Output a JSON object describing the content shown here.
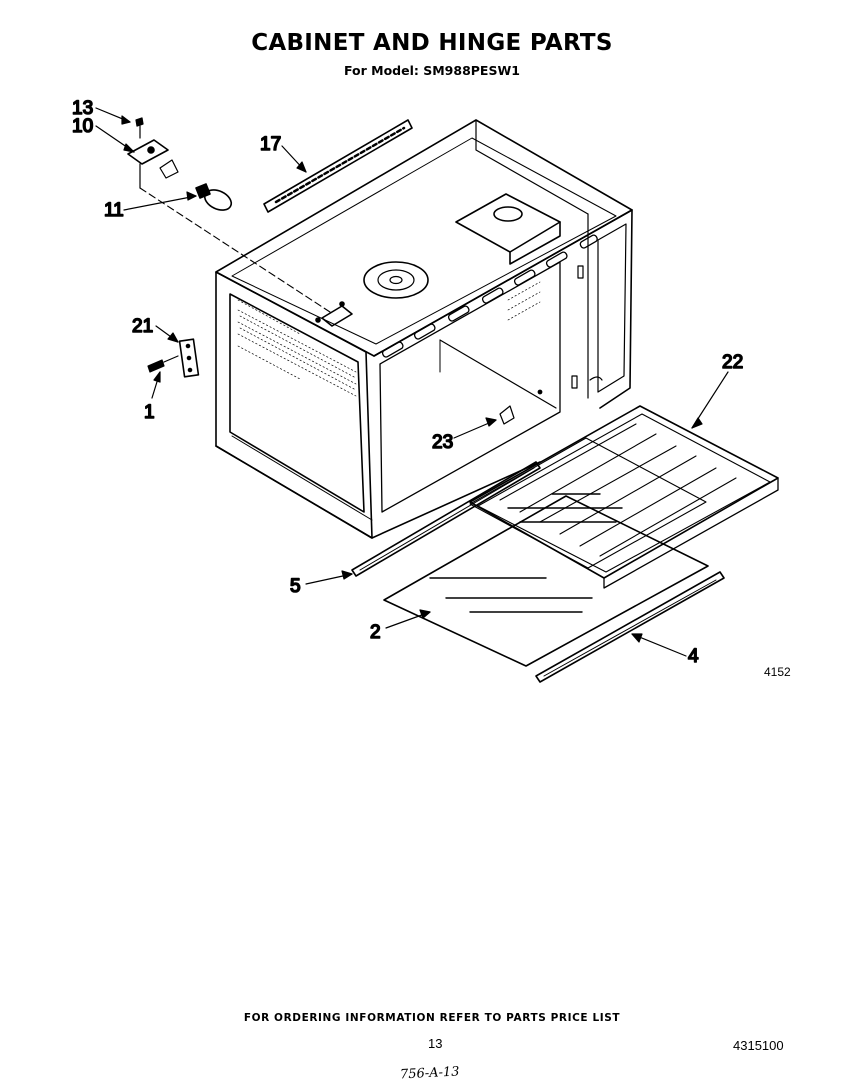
{
  "header": {
    "title": "CABINET AND HINGE PARTS",
    "subtitle": "For Model: SM988PESW1"
  },
  "diagram": {
    "figure_number": "4152",
    "callouts": [
      {
        "id": "13",
        "label": "13"
      },
      {
        "id": "10",
        "label": "10"
      },
      {
        "id": "11",
        "label": "11"
      },
      {
        "id": "17",
        "label": "17"
      },
      {
        "id": "21",
        "label": "21"
      },
      {
        "id": "1",
        "label": "1"
      },
      {
        "id": "23",
        "label": "23"
      },
      {
        "id": "22",
        "label": "22"
      },
      {
        "id": "5",
        "label": "5"
      },
      {
        "id": "2",
        "label": "2"
      },
      {
        "id": "4",
        "label": "4"
      }
    ]
  },
  "footer": {
    "ordering_note": "FOR ORDERING INFORMATION REFER TO PARTS PRICE LIST",
    "page_number": "13",
    "document_number": "4315100",
    "handwritten_note": "756-A-13"
  }
}
